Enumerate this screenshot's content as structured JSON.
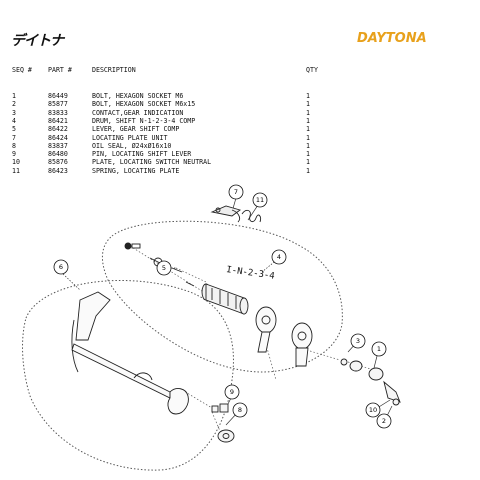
{
  "header": {
    "jp_logo": "デイトナ",
    "brand_logo": "DAYTONA"
  },
  "table": {
    "columns": [
      "SEQ #",
      "PART #",
      "DESCRIPTION",
      "QTY"
    ],
    "rows": [
      {
        "seq": "1",
        "part": "86449",
        "desc": "BOLT, HEXAGON SOCKET M6",
        "qty": "1"
      },
      {
        "seq": "2",
        "part": "85877",
        "desc": "BOLT, HEXAGON SOCKET M6x15",
        "qty": "1"
      },
      {
        "seq": "3",
        "part": "83833",
        "desc": "CONTACT,GEAR INDICATION",
        "qty": "1"
      },
      {
        "seq": "4",
        "part": "86421",
        "desc": "DRUM, SHIFT N-1-2-3-4 COMP",
        "qty": "1"
      },
      {
        "seq": "5",
        "part": "86422",
        "desc": "LEVER, GEAR SHIFT COMP",
        "qty": "1"
      },
      {
        "seq": "7",
        "part": "86424",
        "desc": "LOCATING PLATE UNIT",
        "qty": "1"
      },
      {
        "seq": "8",
        "part": "83837",
        "desc": "OIL SEAL, Ø24xØ16x10",
        "qty": "1"
      },
      {
        "seq": "9",
        "part": "86480",
        "desc": "PIN, LOCATING SHIFT LEVER",
        "qty": "1"
      },
      {
        "seq": "10",
        "part": "85876",
        "desc": "PLATE, LOCATING SWITCH NEUTRAL",
        "qty": "1"
      },
      {
        "seq": "11",
        "part": "86423",
        "desc": "SPRING, LOCATING PLATE",
        "qty": "1"
      }
    ]
  },
  "diagram": {
    "drum_label": "I-N-2-3-4",
    "callouts": [
      "7",
      "11",
      "4",
      "6",
      "5",
      "3",
      "1",
      "9",
      "8",
      "10",
      "2"
    ]
  }
}
